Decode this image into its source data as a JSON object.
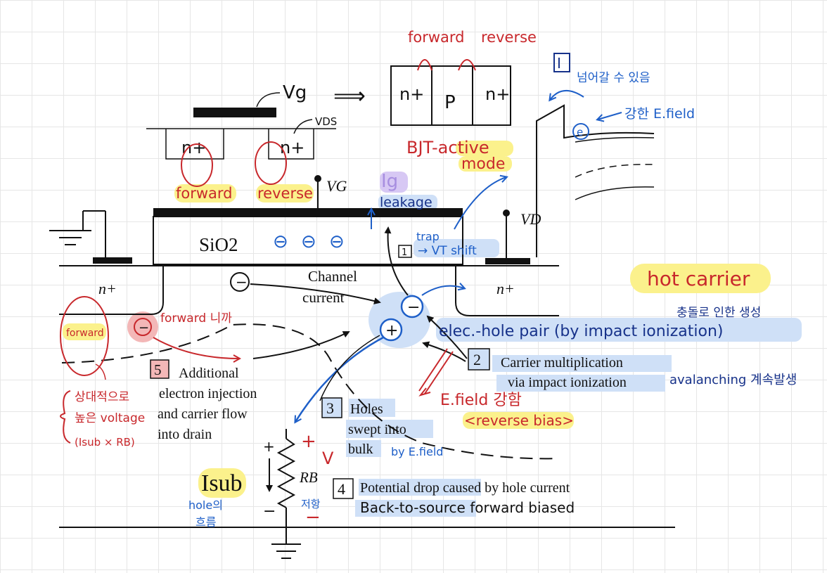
{
  "colors": {
    "red": "#c8282c",
    "blue": "#1e5fc8",
    "dark_blue": "#17328a",
    "black": "#111111",
    "highlight_yellow": "#fbf18c",
    "highlight_blue": "#cfe0f7",
    "highlight_pink": "#f3b7b7",
    "highlight_lilac": "#d7c8f4"
  },
  "mosfet_sketch": {
    "vg": "Vg",
    "vds": "VDS",
    "source": "n+",
    "drain": "n+",
    "forward": "forward",
    "reverse": "reverse"
  },
  "arrow_symbol": "⟹",
  "bjt": {
    "forward": "forward",
    "reverse": "reverse",
    "regions": [
      "n+",
      "P",
      "n+"
    ],
    "caption_line1": "BJT-active",
    "caption_line2": "mode"
  },
  "band": {
    "marker": "Ⅰ",
    "can_cross": "넘어갈 수 있음",
    "strong_field": "강한 E.field",
    "electron": "e"
  },
  "device": {
    "vg": "VG",
    "vd": "VD",
    "oxide": "SiO2",
    "oxide_charges": [
      "⊖",
      "⊖",
      "⊖"
    ],
    "source": "n+",
    "drain": "n+",
    "ig": "Ig",
    "leakage": "leakage",
    "trap": "trap",
    "trap_box": "1",
    "vt_shift": "→ VT shift",
    "channel_line1": "Channel",
    "channel_line2": "current",
    "electron": "−",
    "hole": "+"
  },
  "hot_carrier": {
    "title": "hot carrier",
    "subtitle": "충돌로 인한 생성",
    "pair": "elec.-hole pair (by impact ionization)"
  },
  "step2": {
    "number": "2",
    "line1": "Carrier multiplication",
    "line2": "via impact ionization",
    "note": "avalanching 계속발생"
  },
  "efield": {
    "label": "E.field 강함",
    "bias": "<reverse bias>"
  },
  "step3": {
    "number": "3",
    "line1": "Holes",
    "line2": "swept into",
    "line3": "bulk",
    "note": "by E.field"
  },
  "step4": {
    "number": "4",
    "line1": "Potential drop caused by hole current",
    "line2": "Back-to-source forward biased"
  },
  "step5": {
    "number": "5",
    "line1": "Additional",
    "line2": "electron injection",
    "line3": "and carrier flow",
    "line4": "into drain"
  },
  "left_notes": {
    "forward_in_oval": "forward",
    "forward_because": "forward 니까",
    "relative_line1": "상대적으로",
    "relative_line2": "높은 voltage",
    "isub_rb": "(Isub × RB)"
  },
  "resistor": {
    "plus": "+",
    "minus": "−",
    "label": "RB",
    "note": "저항",
    "red_plus": "+",
    "red_minus": "−",
    "red_v": "V"
  },
  "isub": {
    "label": "Isub",
    "note_line1": "hole의",
    "note_line2": "흐름"
  }
}
